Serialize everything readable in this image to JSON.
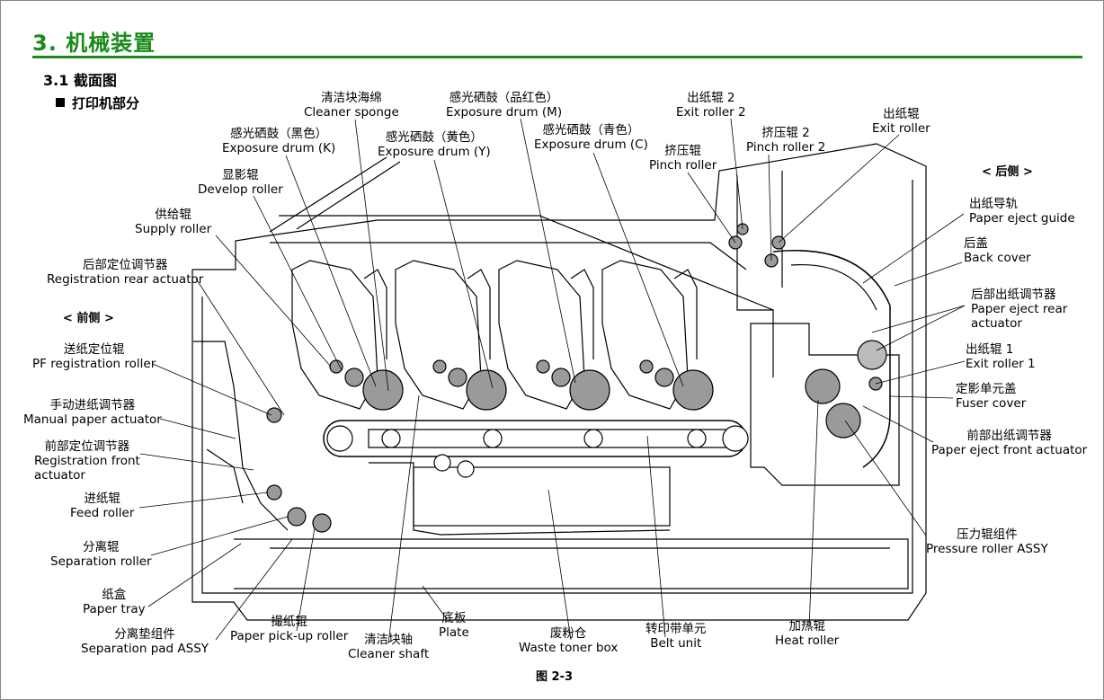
{
  "header": {
    "title": "3.  机械装置",
    "section": "3.1   截面图",
    "subsection": "打印机部分"
  },
  "sides": {
    "front": "< 前侧 >",
    "rear": "< 后侧 >"
  },
  "labels": {
    "cleaner_sponge": {
      "zh": "清洁块海绵",
      "en": "Cleaner sponge"
    },
    "drum_m": {
      "zh": "感光硒鼓（品红色）",
      "en": "Exposure drum (M)"
    },
    "drum_k": {
      "zh": "感光硒鼓（黑色）",
      "en": "Exposure drum (K)"
    },
    "drum_y": {
      "zh": "感光硒鼓（黄色）",
      "en": "Exposure drum (Y)"
    },
    "drum_c": {
      "zh": "感光硒鼓（青色）",
      "en": "Exposure drum (C)"
    },
    "exit_roller_2": {
      "zh": "出纸辊 2",
      "en": "Exit roller 2"
    },
    "pinch_roller_2": {
      "zh": "挤压辊 2",
      "en": "Pinch roller 2"
    },
    "pinch_roller": {
      "zh": "挤压辊",
      "en": "Pinch roller"
    },
    "exit_roller": {
      "zh": "出纸辊",
      "en": "Exit roller"
    },
    "develop_roller": {
      "zh": "显影辊",
      "en": "Develop roller"
    },
    "supply_roller": {
      "zh": "供给辊",
      "en": "Supply roller"
    },
    "reg_rear": {
      "zh": "后部定位调节器",
      "en": "Registration rear actuator"
    },
    "pf_reg": {
      "zh": "送纸定位辊",
      "en": "PF registration roller"
    },
    "manual_paper": {
      "zh": "手动进纸调节器",
      "en": "Manual paper actuator"
    },
    "reg_front": {
      "zh": "前部定位调节器",
      "en": "Registration front",
      "en2": "actuator"
    },
    "feed_roller": {
      "zh": "进纸辊",
      "en": "Feed roller"
    },
    "separation_roller": {
      "zh": "分离辊",
      "en": "Separation roller"
    },
    "paper_tray": {
      "zh": "纸盒",
      "en": "Paper tray"
    },
    "separation_pad": {
      "zh": "分离垫组件",
      "en": "Separation pad ASSY"
    },
    "pickup_roller": {
      "zh": "撮纸辊",
      "en": "Paper pick-up roller"
    },
    "cleaner_shaft": {
      "zh": "清洁块轴",
      "en": "Cleaner shaft"
    },
    "plate": {
      "zh": "底板",
      "en": "Plate"
    },
    "waste_toner": {
      "zh": "废粉仓",
      "en": "Waste toner box"
    },
    "belt_unit": {
      "zh": "转印带单元",
      "en": "Belt unit"
    },
    "heat_roller": {
      "zh": "加热辊",
      "en": "Heat roller"
    },
    "eject_guide": {
      "zh": "出纸导轨",
      "en": "Paper eject guide"
    },
    "back_cover": {
      "zh": "后盖",
      "en": "Back cover"
    },
    "eject_rear": {
      "zh": "后部出纸调节器",
      "en": "Paper eject rear",
      "en2": "actuator"
    },
    "exit_roller_1": {
      "zh": "出纸辊 1",
      "en": "Exit roller 1"
    },
    "fuser_cover": {
      "zh": "定影单元盖",
      "en": "Fuser cover"
    },
    "eject_front": {
      "zh": "前部出纸调节器",
      "en": "Paper eject front actuator"
    },
    "pressure_roller": {
      "zh": "压力辊组件",
      "en": "Pressure roller ASSY"
    }
  },
  "figure_caption": "图 2-3"
}
